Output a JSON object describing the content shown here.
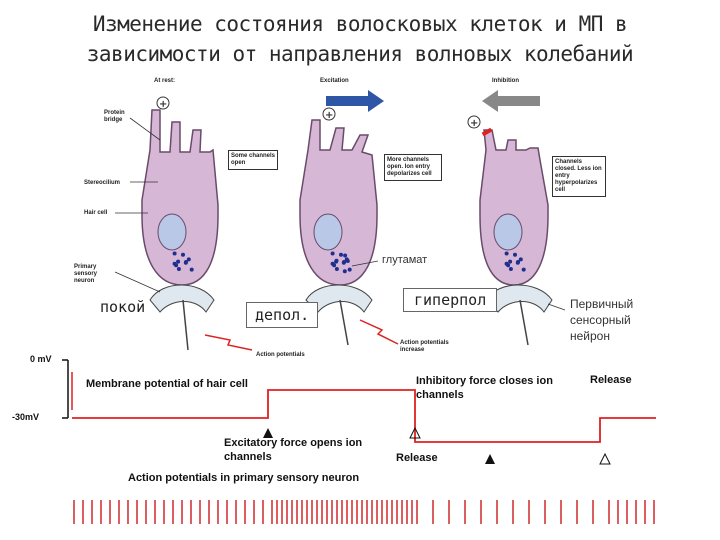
{
  "title": {
    "line1": "Изменение состояния волосковых клеток и МП в",
    "line2": "зависимости от направления волновых колебаний"
  },
  "panels": {
    "rest": {
      "heading": "At rest:",
      "protein_bridge": "Protein bridge",
      "some_channels": "Some channels open",
      "stereocilium": "Stereocilium",
      "hair_cell": "Hair cell",
      "primary_neuron": "Primary sensory neuron",
      "state_ru": "покой"
    },
    "excitation": {
      "heading": "Excitation",
      "more_channels": "More channels open. Ion entry depolarizes cell",
      "glutamate_ru": "глутамат",
      "state_ru": "депол.",
      "action_potentials": "Action potentials"
    },
    "inhibition": {
      "heading": "Inhibition",
      "channels_closed": "Channels closed. Less ion entry hyperpolarizes cell",
      "state_ru": "гиперпол",
      "action_potentials_increase": "Action potentials increase"
    },
    "neuron_ru": "Первичный сенсорный нейрон"
  },
  "plot": {
    "y_top": "0 mV",
    "y_bottom": "-30mV",
    "membrane_label": "Membrane potential of hair cell",
    "inhibitory_label": "Inhibitory force closes ion channels",
    "release_top": "Release",
    "excitatory_label": "Excitatory force opens ion channels",
    "release_bottom": "Release",
    "ap_label": "Action potentials in primary sensory neuron"
  },
  "colors": {
    "cell_fill": "#d7b7d6",
    "cell_stroke": "#6a4b6a",
    "neuron_fill": "#dfe7ef",
    "dots": "#1e2f8f",
    "nucleus": "#b8c8e6",
    "excite_arrow": "#2f56a6",
    "inhibit_arrow": "#888888",
    "trace": "#e02020",
    "spikes": "#cc1a1a"
  }
}
